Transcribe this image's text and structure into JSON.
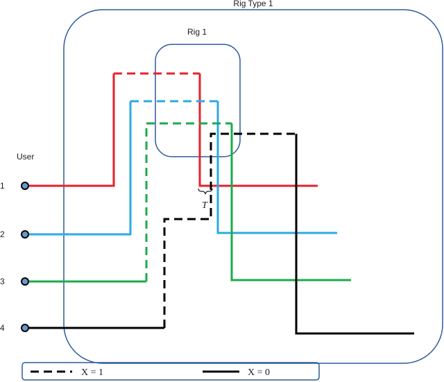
{
  "labels": {
    "rig_type": "Rig Type 1",
    "rig": "Rig 1",
    "user": "User",
    "delay": "T"
  },
  "users": [
    "1",
    "2",
    "3",
    "4"
  ],
  "legend": {
    "dashed_label": "X = 1",
    "solid_label": "X = 0"
  },
  "colors": {
    "user1": "#e8202a",
    "user2": "#29abe2",
    "user3": "#1aab4b",
    "user4": "#000000",
    "frame": "#2a5a9a",
    "node_fill": "#6699cc"
  }
}
